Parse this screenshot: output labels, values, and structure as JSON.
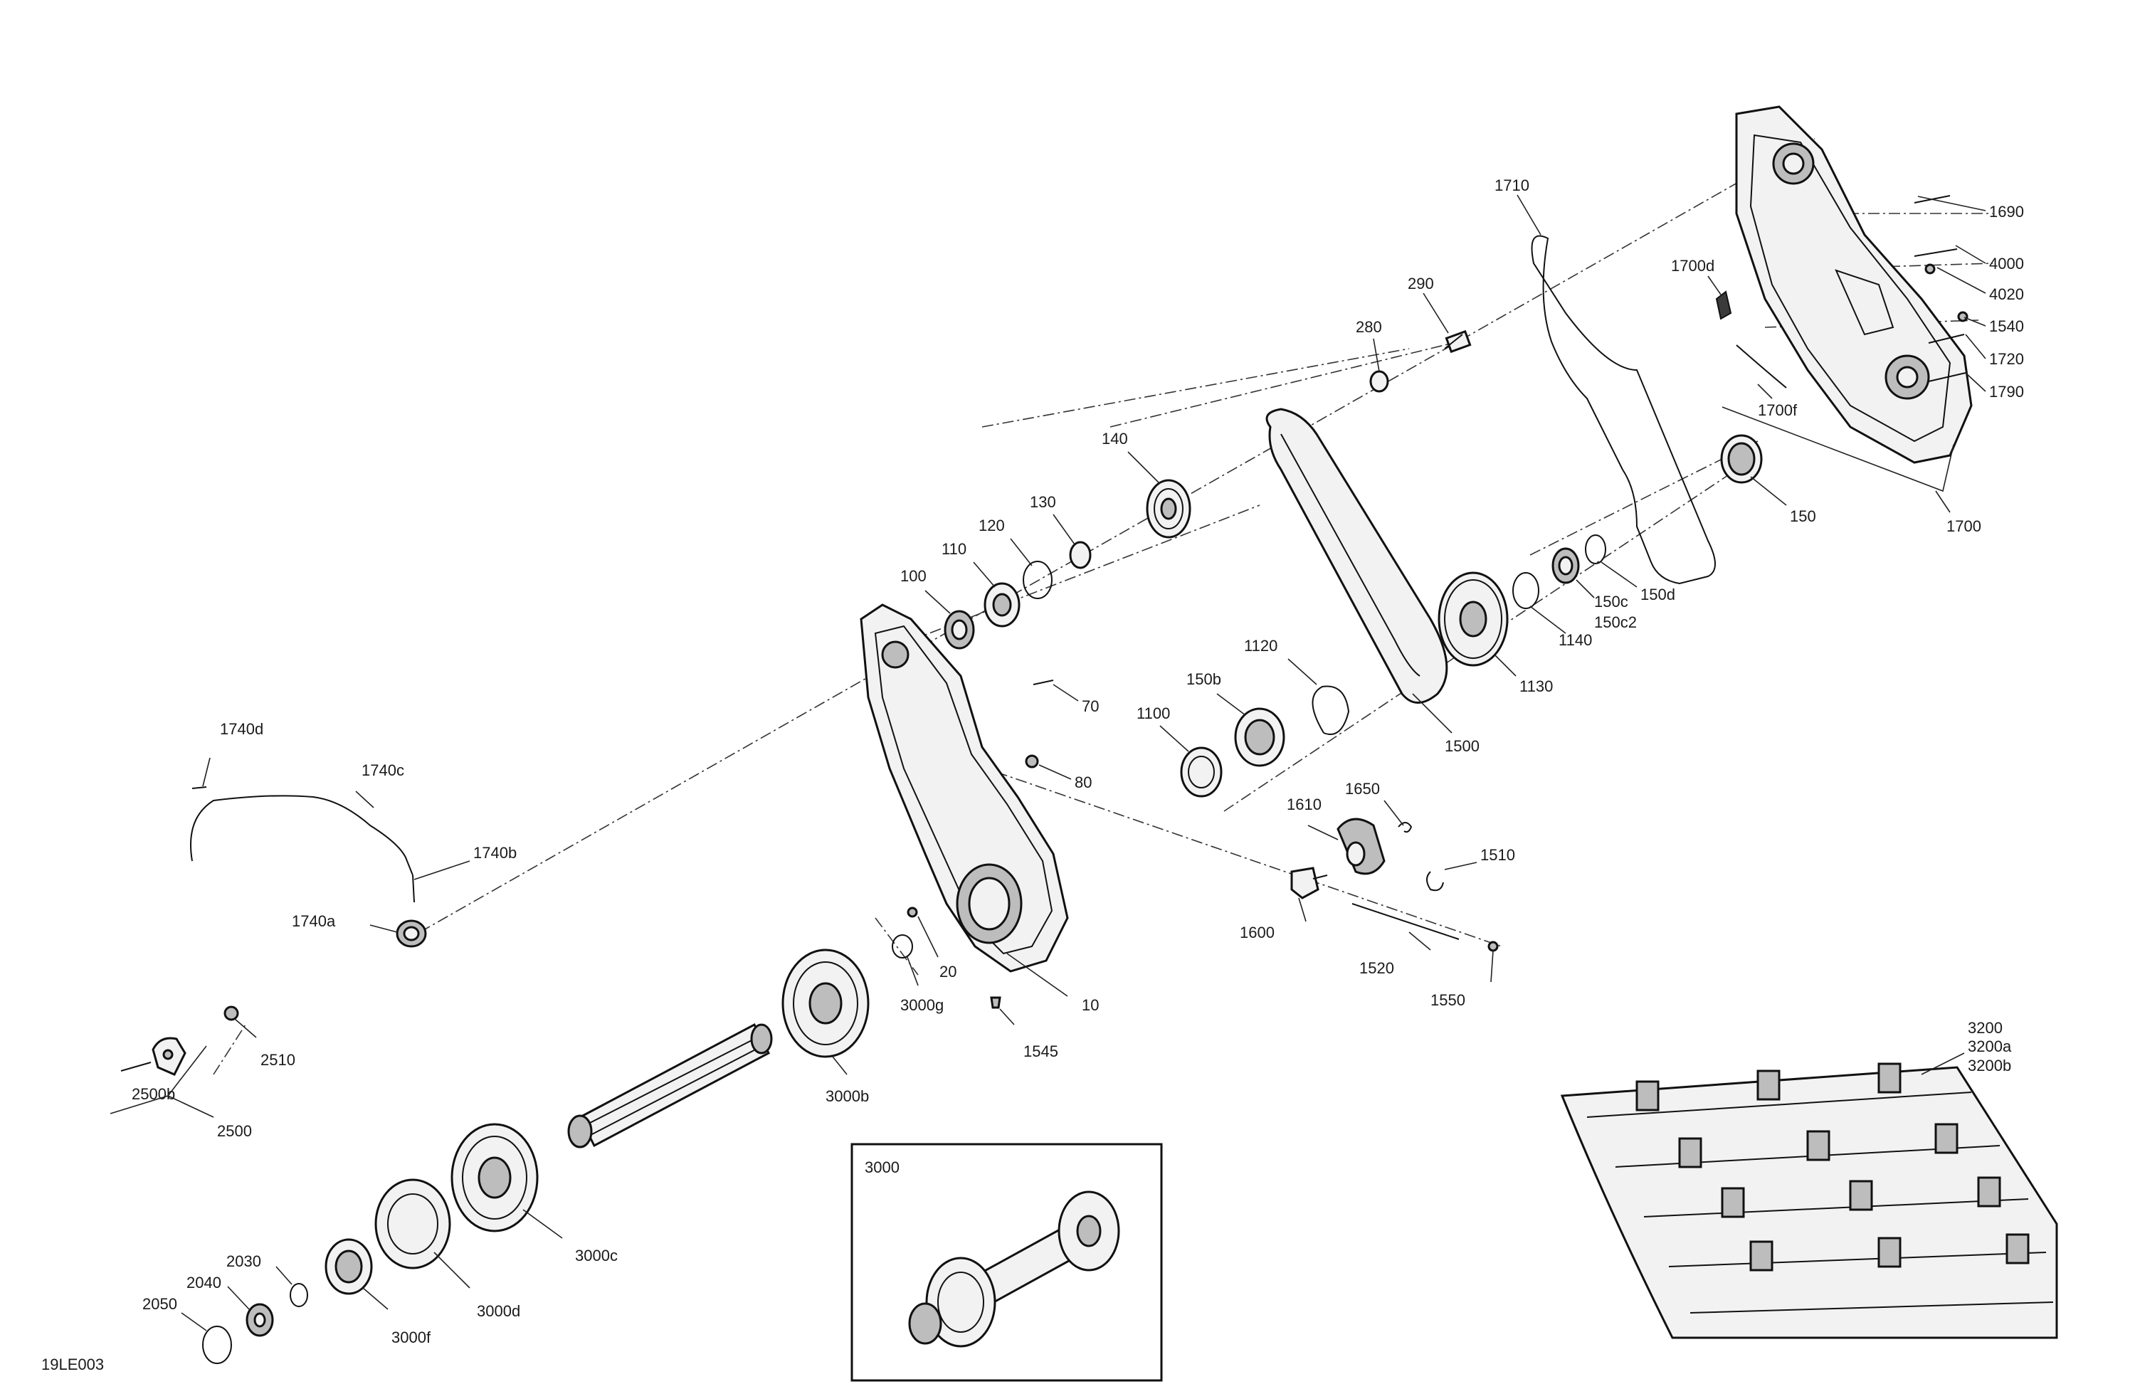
{
  "drawing_code": "19LE003",
  "inset_title": "3000",
  "callouts": {
    "c1690": "1690",
    "c4000": "4000",
    "c4020": "4020",
    "c1540": "1540",
    "c1720": "1720",
    "c1790": "1790",
    "c1700": "1700",
    "c1700d": "1700d",
    "c1700f": "1700f",
    "c1710": "1710",
    "c290": "290",
    "c280": "280",
    "c150": "150",
    "c150d": "150d",
    "c150c": "150c",
    "c150c2": "150c2",
    "c1140": "1140",
    "c1130": "1130",
    "c1500": "1500",
    "c140": "140",
    "c130": "130",
    "c120": "120",
    "c110": "110",
    "c100": "100",
    "c1120": "1120",
    "c150b": "150b",
    "c1100": "1100",
    "c70": "70",
    "c80": "80",
    "c1650": "1650",
    "c1610": "1610",
    "c1510": "1510",
    "c1600": "1600",
    "c1520": "1520",
    "c1550": "1550",
    "c1740d": "1740d",
    "c1740c": "1740c",
    "c1740b": "1740b",
    "c1740a": "1740a",
    "c20": "20",
    "c10": "10",
    "c3000g": "3000g",
    "c1545": "1545",
    "c3000b": "3000b",
    "c2510": "2510",
    "c2500b": "2500b",
    "c2500": "2500",
    "c3000c": "3000c",
    "c3000d": "3000d",
    "c3000f": "3000f",
    "c2030": "2030",
    "c2040": "2040",
    "c2050": "2050",
    "c3200": "3200",
    "c3200a": "3200a",
    "c3200b": "3200b"
  }
}
